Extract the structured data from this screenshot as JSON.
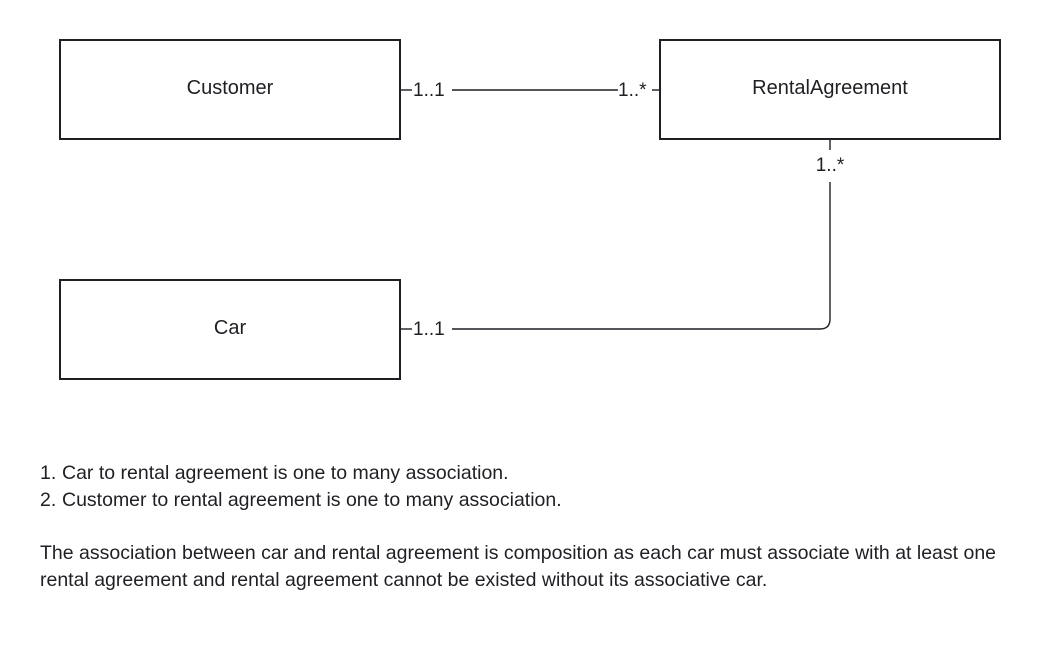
{
  "entities": {
    "customer": "Customer",
    "rental_agreement": "RentalAgreement",
    "car": "Car"
  },
  "associations": {
    "customer_rental": {
      "customer_end": "1..1",
      "rental_end": "1..*"
    },
    "car_rental": {
      "car_end": "1..1",
      "rental_end": "1..*"
    }
  },
  "notes": {
    "items": [
      {
        "number": "1.",
        "text": "Car to rental agreement is one to many association."
      },
      {
        "number": "2.",
        "text": "Customer to rental agreement is one to many association."
      }
    ],
    "paragraph": "The association between car and rental agreement is composition as each car must associate with at least one rental agreement and rental agreement cannot be existed without its associative car."
  },
  "colors": {
    "stroke": "#1f1f24",
    "background": "#ffffff"
  }
}
